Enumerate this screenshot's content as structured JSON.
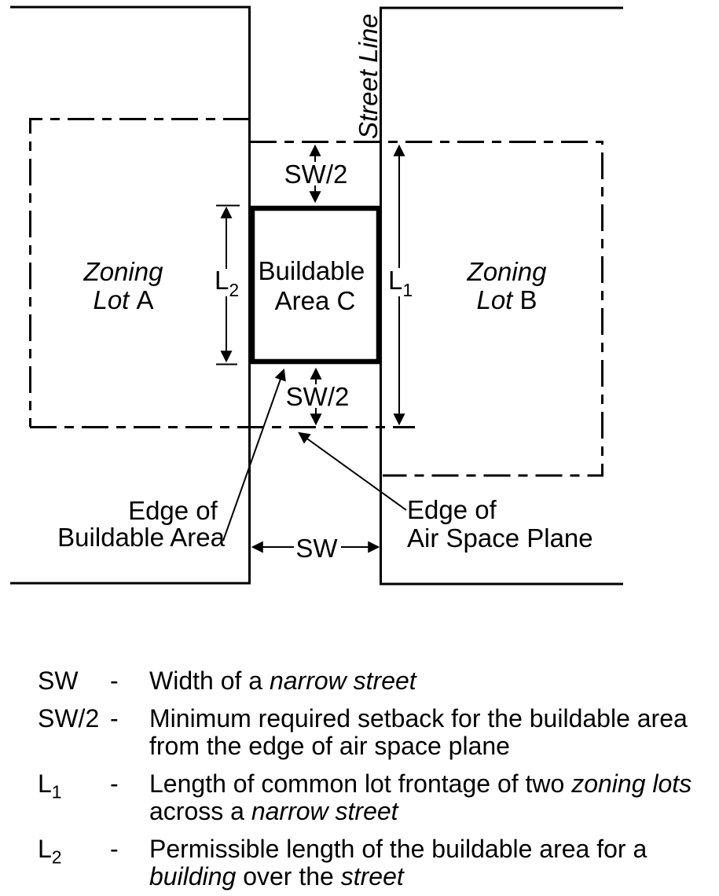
{
  "colors": {
    "ink": "#000000",
    "bg": "#ffffff"
  },
  "diagram": {
    "street_line_label": "Street Line",
    "lot_a": {
      "line1": "Zoning",
      "line2_italic": "Lot ",
      "line2_plain": "A"
    },
    "lot_b": {
      "line1": "Zoning",
      "line2_italic": "Lot ",
      "line2_plain": "B"
    },
    "buildable": {
      "line1": "Buildable",
      "line2": "Area C"
    },
    "dims": {
      "sw2_top": "SW/2",
      "sw2_bottom": "SW/2",
      "sw": "SW",
      "l1": {
        "main": "L",
        "sub": "1"
      },
      "l2": {
        "main": "L",
        "sub": "2"
      }
    },
    "edge_buildable": {
      "line1": "Edge of",
      "line2": "Buildable Area"
    },
    "edge_airspace": {
      "line1": "Edge of",
      "line2": "Air Space Plane"
    }
  },
  "legend": {
    "rows": [
      {
        "symbol": "SW",
        "dash": "-",
        "segments": [
          {
            "t": "Width of a "
          },
          {
            "t": "narrow street",
            "i": true
          }
        ]
      },
      {
        "symbol": "SW/2",
        "dash": "-",
        "segments": [
          {
            "t": "Minimum required setback for the buildable area"
          },
          {
            "br": true
          },
          {
            "t": "from the edge of air space plane"
          }
        ]
      },
      {
        "symbol": "L",
        "symbol_sub": "1",
        "dash": "-",
        "segments": [
          {
            "t": "Length of common lot frontage of two "
          },
          {
            "t": "zoning lots",
            "i": true
          },
          {
            "br": true
          },
          {
            "t": "across a "
          },
          {
            "t": "narrow street",
            "i": true
          }
        ]
      },
      {
        "symbol": "L",
        "symbol_sub": "2",
        "dash": "-",
        "segments": [
          {
            "t": "Permissible length of the buildable area for a"
          },
          {
            "br": true
          },
          {
            "t": "building",
            "i": true
          },
          {
            "t": " over the "
          },
          {
            "t": "street",
            "i": true
          }
        ]
      }
    ]
  }
}
